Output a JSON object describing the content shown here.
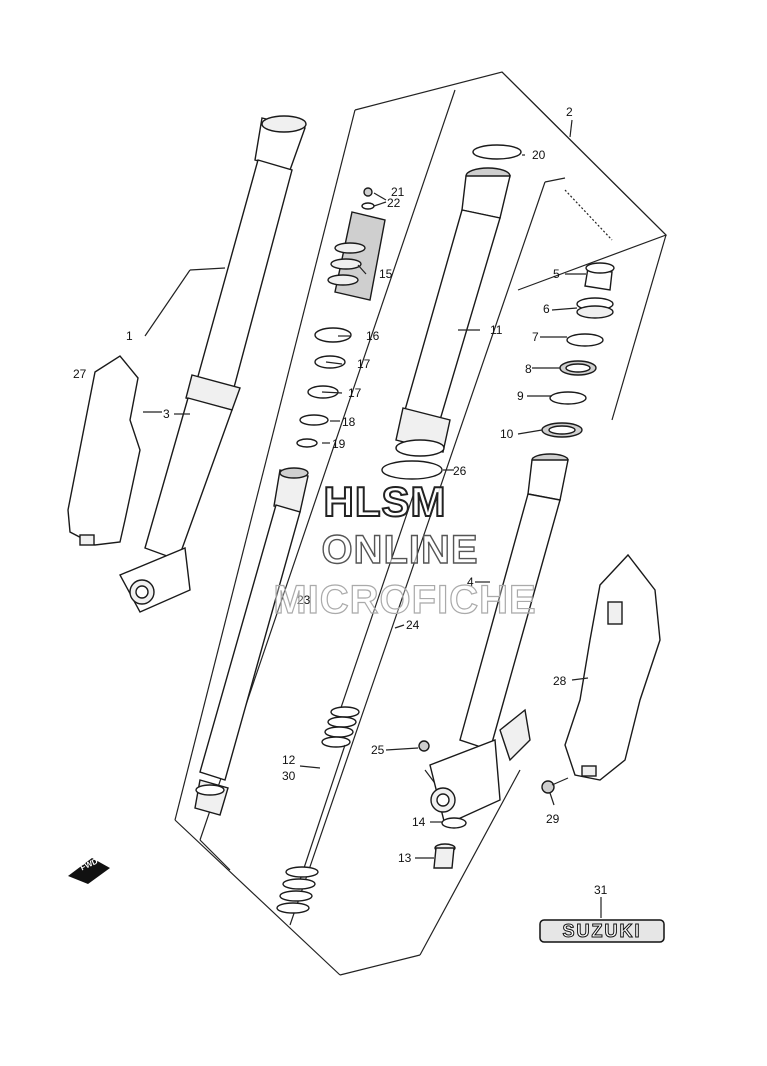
{
  "callouts": {
    "c1": "1",
    "c2": "2",
    "c3": "3",
    "c4": "4",
    "c5": "5",
    "c6": "6",
    "c7": "7",
    "c8": "8",
    "c9": "9",
    "c10": "10",
    "c11": "11",
    "c12": "12",
    "c13": "13",
    "c14": "14",
    "c15": "15",
    "c16": "16",
    "c17a": "17",
    "c17b": "17",
    "c18": "18",
    "c19": "19",
    "c20": "20",
    "c21": "21",
    "c22": "22",
    "c23": "23",
    "c24": "24",
    "c25": "25",
    "c26": "26",
    "c27": "27",
    "c28": "28",
    "c29": "29",
    "c30": "30",
    "c31": "31"
  },
  "watermark": {
    "line1": "HLSM",
    "line2": "ONLINE",
    "line3": "MICROFICHE"
  },
  "emblem": {
    "text": "SUZUKI"
  },
  "fwd_marker": {
    "text": "FWD",
    "icon": "fwd-arrow-icon"
  }
}
